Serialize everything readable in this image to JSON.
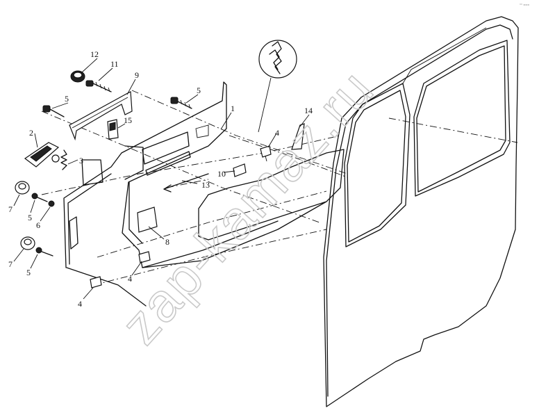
{
  "diagram": {
    "watermark": "zap-kamaz.ru",
    "corner_mark": "°° ===",
    "callouts": [
      {
        "id": "c12",
        "label": "12"
      },
      {
        "id": "c11",
        "label": "11"
      },
      {
        "id": "c9",
        "label": "9"
      },
      {
        "id": "c5a",
        "label": "5"
      },
      {
        "id": "c5b",
        "label": "5"
      },
      {
        "id": "c1",
        "label": "1"
      },
      {
        "id": "c14",
        "label": "14"
      },
      {
        "id": "c15",
        "label": "15"
      },
      {
        "id": "c2",
        "label": "2"
      },
      {
        "id": "c4a",
        "label": "4"
      },
      {
        "id": "c3",
        "label": "3"
      },
      {
        "id": "c10",
        "label": "10"
      },
      {
        "id": "c13",
        "label": "13"
      },
      {
        "id": "c7a",
        "label": "7"
      },
      {
        "id": "c5c",
        "label": "5"
      },
      {
        "id": "c6",
        "label": "6"
      },
      {
        "id": "c8",
        "label": "8"
      },
      {
        "id": "c7b",
        "label": "7"
      },
      {
        "id": "c5d",
        "label": "5"
      },
      {
        "id": "c4b",
        "label": "4"
      },
      {
        "id": "c4c",
        "label": "4"
      }
    ]
  }
}
